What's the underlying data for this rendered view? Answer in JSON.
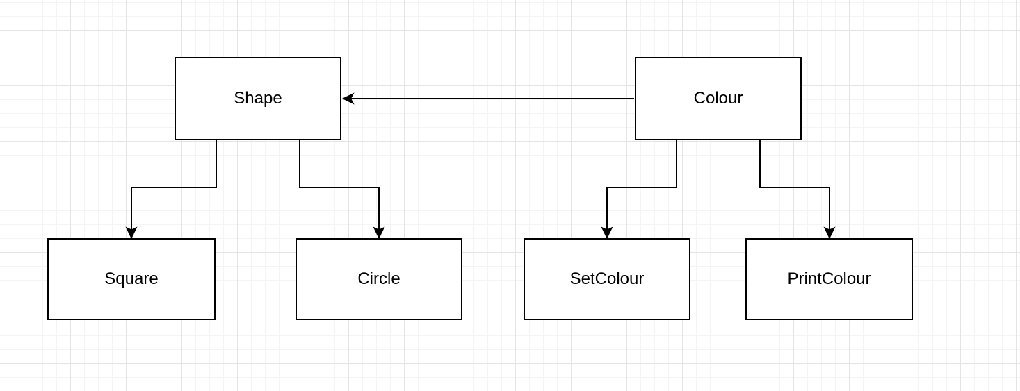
{
  "diagram": {
    "nodes": [
      {
        "id": "shape",
        "label": "Shape"
      },
      {
        "id": "colour",
        "label": "Colour"
      },
      {
        "id": "square",
        "label": "Square"
      },
      {
        "id": "circle",
        "label": "Circle"
      },
      {
        "id": "setcolour",
        "label": "SetColour"
      },
      {
        "id": "printcolour",
        "label": "PrintColour"
      }
    ],
    "edges": [
      {
        "from": "colour",
        "to": "shape",
        "style": "elbow-arrow"
      },
      {
        "from": "shape",
        "to": "square",
        "style": "elbow-arrow"
      },
      {
        "from": "shape",
        "to": "circle",
        "style": "elbow-arrow"
      },
      {
        "from": "colour",
        "to": "setcolour",
        "style": "elbow-arrow"
      },
      {
        "from": "colour",
        "to": "printcolour",
        "style": "elbow-arrow"
      }
    ],
    "colors": {
      "canvas_bg": "#ffffff",
      "grid_minor": "#f4f4f4",
      "grid_major": "#e4e4e4",
      "node_fill": "#ffffff",
      "node_border": "#000000",
      "edge": "#000000",
      "text": "#000000"
    }
  }
}
